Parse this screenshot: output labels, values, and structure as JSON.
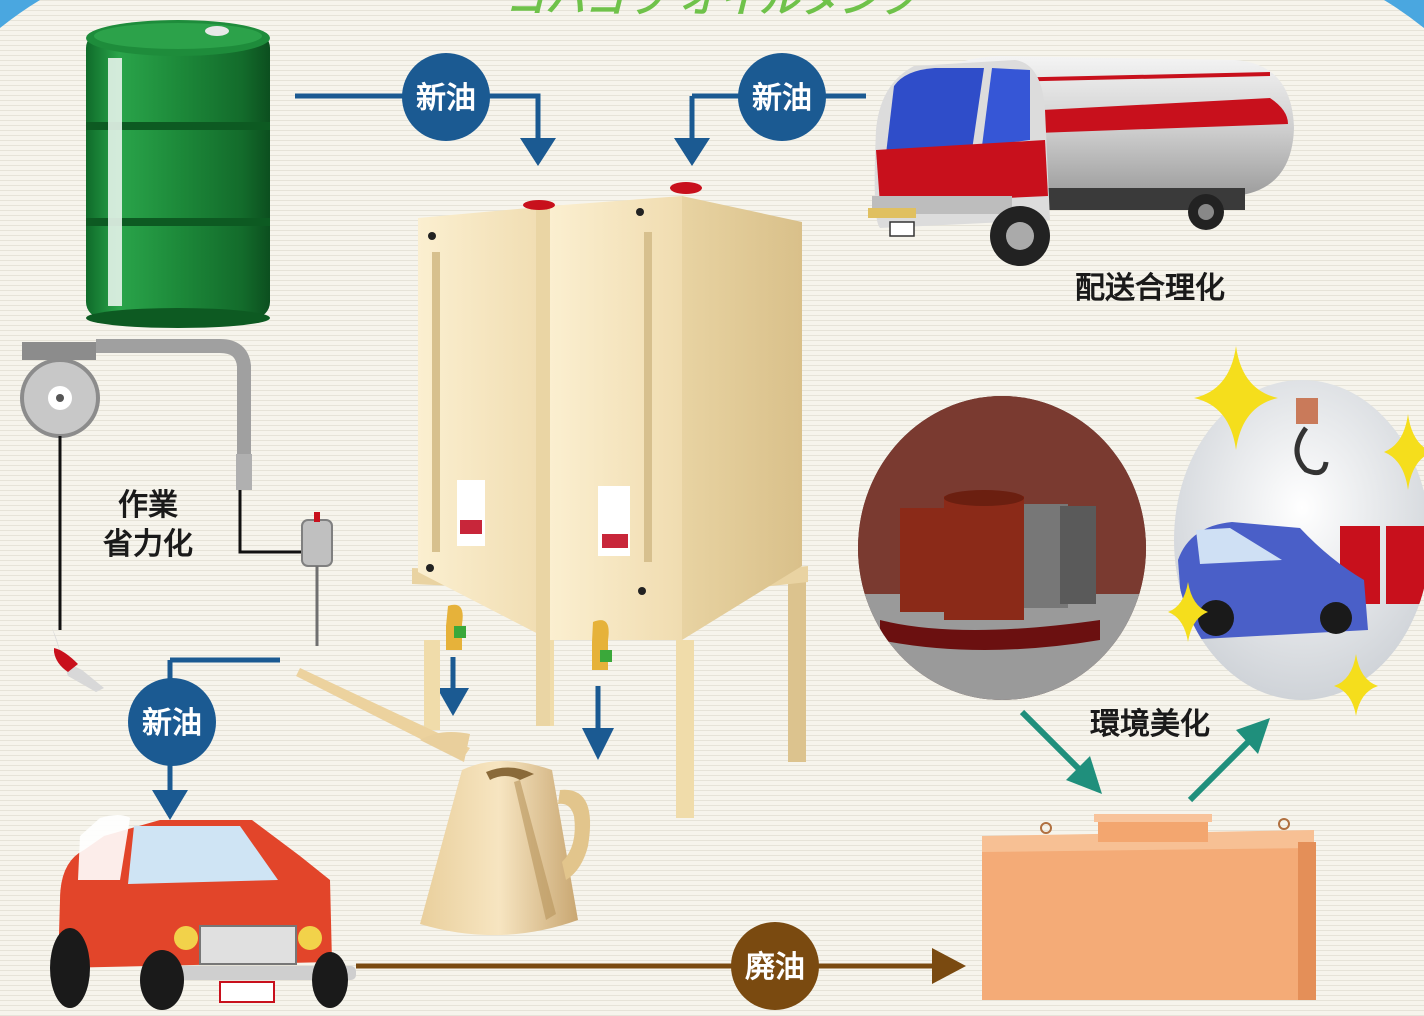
{
  "title": "コハヨウ オイルタンク",
  "labels": {
    "new_oil_1": "新油",
    "new_oil_2": "新油",
    "new_oil_3": "新油",
    "waste_oil": "廃油",
    "delivery": "配送合理化",
    "labor_saving_1": "作業",
    "labor_saving_2": "省力化",
    "environment": "環境美化"
  },
  "colors": {
    "blue": "#1b5a92",
    "brown": "#7a4a10",
    "teal": "#1f8f7c",
    "title_green": "#6fc24a",
    "tank": "#f6e6c0",
    "drum_green": "#1f8a3b",
    "truck_red": "#c8101c",
    "car_red": "#e2452a",
    "waste_box": "#f4ab77"
  }
}
